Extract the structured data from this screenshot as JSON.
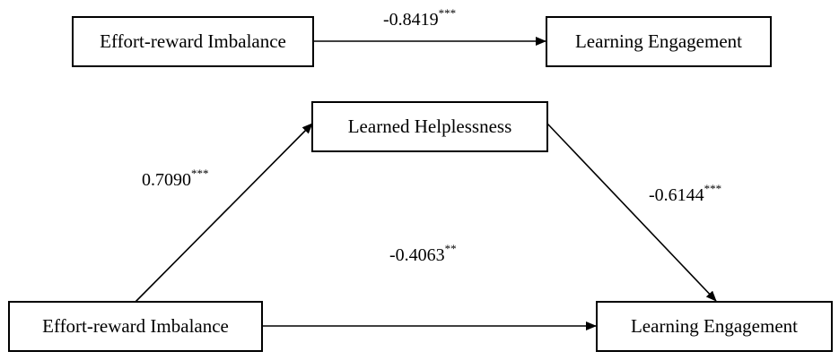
{
  "top_model": {
    "predictor": "Effort-reward Imbalance",
    "outcome": "Learning Engagement",
    "total_effect": {
      "value": "-0.8419",
      "sig": "***"
    }
  },
  "mediation_model": {
    "predictor": "Effort-reward Imbalance",
    "mediator": "Learned Helplessness",
    "outcome": "Learning Engagement",
    "path_a": {
      "value": "0.7090",
      "sig": "***"
    },
    "path_b": {
      "value": "-0.6144",
      "sig": "***"
    },
    "direct_effect": {
      "value": "-0.4063",
      "sig": "**"
    }
  }
}
